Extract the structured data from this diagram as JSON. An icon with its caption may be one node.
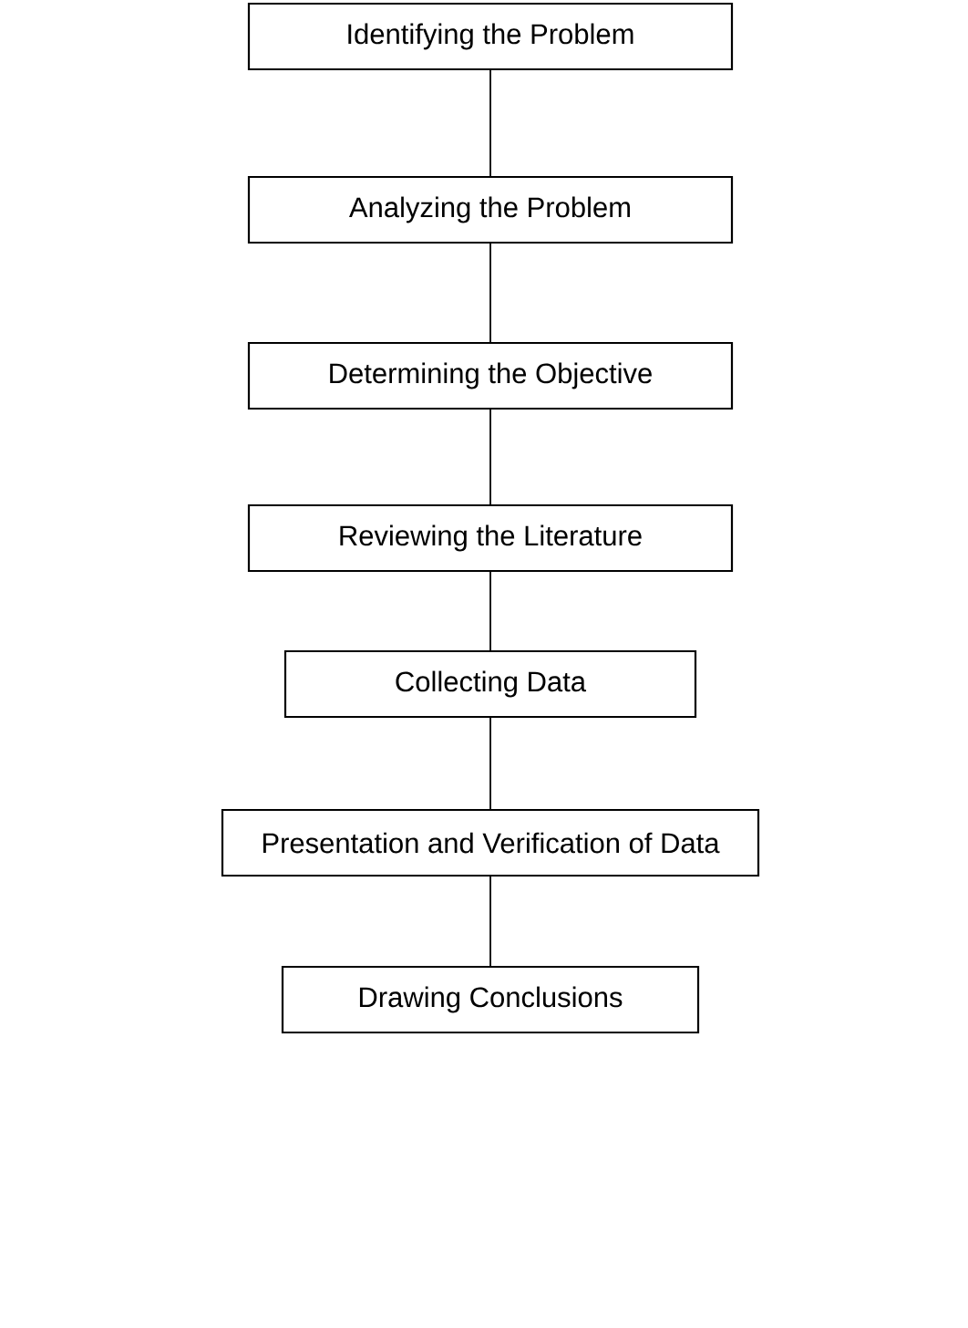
{
  "diagram": {
    "nodes": [
      {
        "text": [
          "Identifying the Problem"
        ]
      },
      {
        "text": [
          "Analyzing the Problem"
        ]
      },
      {
        "text": [
          "Determining the Objective"
        ]
      },
      {
        "text": [
          "Reviewing the Literature"
        ]
      },
      {
        "text": [
          "Collecting Data"
        ]
      },
      {
        "text": [
          "Presentation and Verification of Data"
        ]
      },
      {
        "text": [
          "Drawing Conclusions"
        ]
      }
    ],
    "edges": [
      {
        "from": 0,
        "to": 1,
        "arrow": "none"
      },
      {
        "from": 1,
        "to": 2,
        "arrow": "none"
      },
      {
        "from": 2,
        "to": 3,
        "arrow": "none"
      },
      {
        "from": 3,
        "to": 4,
        "arrow": "none"
      },
      {
        "from": 4,
        "to": 5,
        "arrow": "none"
      },
      {
        "from": 5,
        "to": 6,
        "arrow": "none"
      }
    ]
  }
}
